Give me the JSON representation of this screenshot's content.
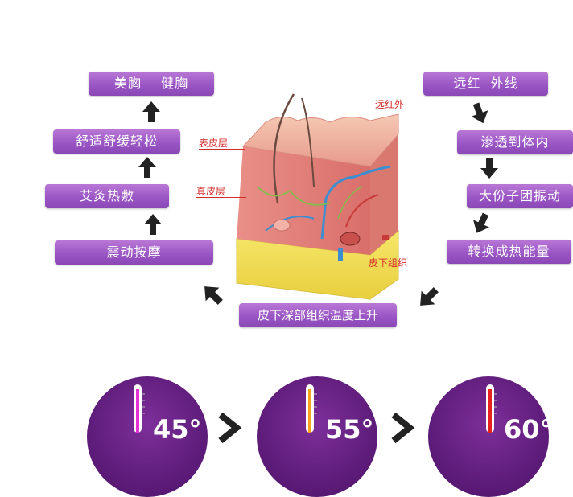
{
  "left_chain": [
    "美胸    健胸",
    "舒适舒缓轻松",
    "艾灸热敷",
    "震动按摩"
  ],
  "right_chain": [
    "远红  外线",
    "渗透到体内",
    "大份子团振动",
    "转换成热能量"
  ],
  "bottom_box": "皮下深部组织温度上升",
  "skin_labels": {
    "far_infrared": "远红外",
    "epidermis": "表皮层",
    "dermis": "真皮层",
    "subcutaneous": "皮下组织"
  },
  "thermometers": [
    {
      "label": "45°",
      "color": "#e72fd6"
    },
    {
      "label": "55°",
      "color": "#f6a21c"
    },
    {
      "label": "60°",
      "color": "#e8231f"
    }
  ],
  "colors": {
    "pill": "#9a56c4",
    "arrow": "#222222",
    "label": "#d42a2a"
  }
}
